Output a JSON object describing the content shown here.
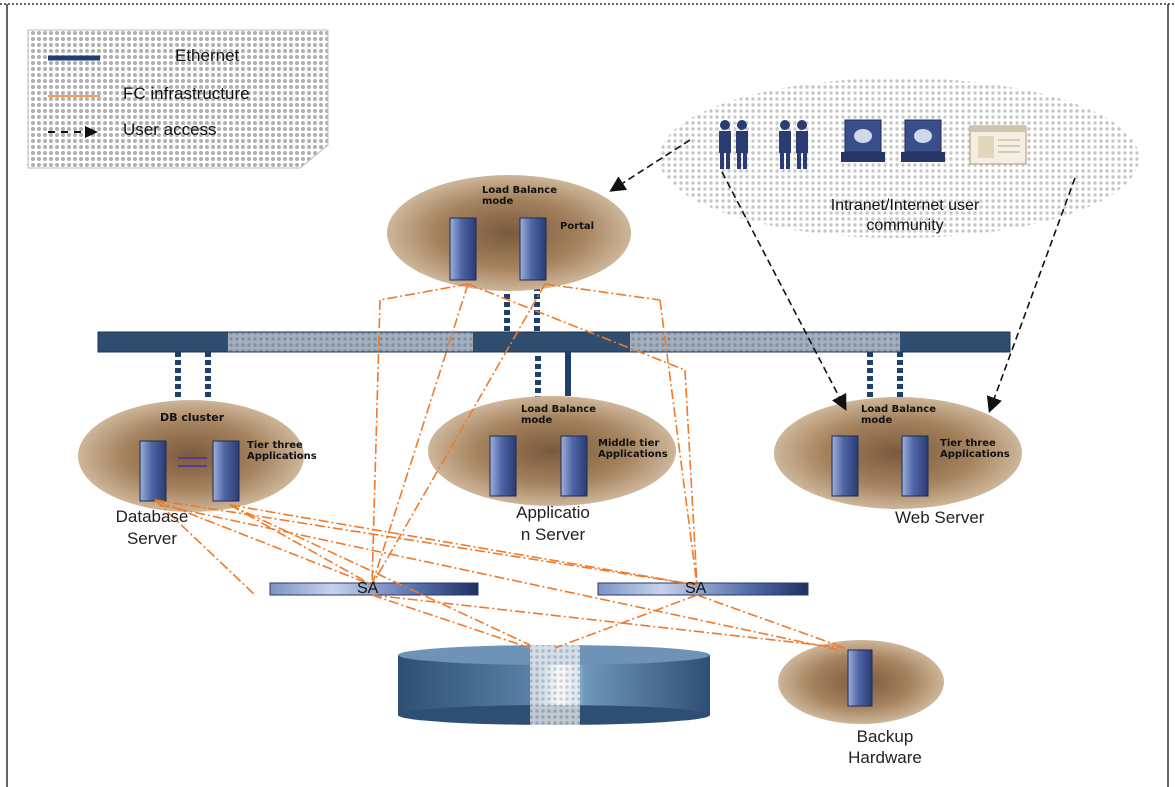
{
  "legend": {
    "ethernet": "Ethernet",
    "fc": "FC infrastructure",
    "user_access": "User access"
  },
  "community": {
    "line1": "Intranet/Internet user",
    "line2": "community"
  },
  "portal_node": {
    "mode_line1": "Load Balance",
    "mode_line2": "mode",
    "portal": "Portal"
  },
  "db_node": {
    "cluster": "DB cluster",
    "tier_line1": "Tier three",
    "tier_line2": "Applications",
    "label_line1": "Database",
    "label_line2": "Server"
  },
  "app_node": {
    "mode_line1": "Load Balance",
    "mode_line2": "mode",
    "tier_line1": "Middle tier",
    "tier_line2": "Applications",
    "label_line1": "Applicatio",
    "label_line2": "n Server"
  },
  "web_node": {
    "mode_line1": "Load Balance",
    "mode_line2": "mode",
    "tier_line1": "Tier three",
    "tier_line2": "Applications",
    "label": "Web Server"
  },
  "switches": {
    "left": "SA",
    "right": "SA"
  },
  "backup": {
    "line1": "Backup",
    "line2": "Hardware"
  },
  "colors": {
    "ethernet": "#1f3f6e",
    "fc": "#f07a2a",
    "node_fill": "#b89776",
    "server": "#4a5f99"
  }
}
